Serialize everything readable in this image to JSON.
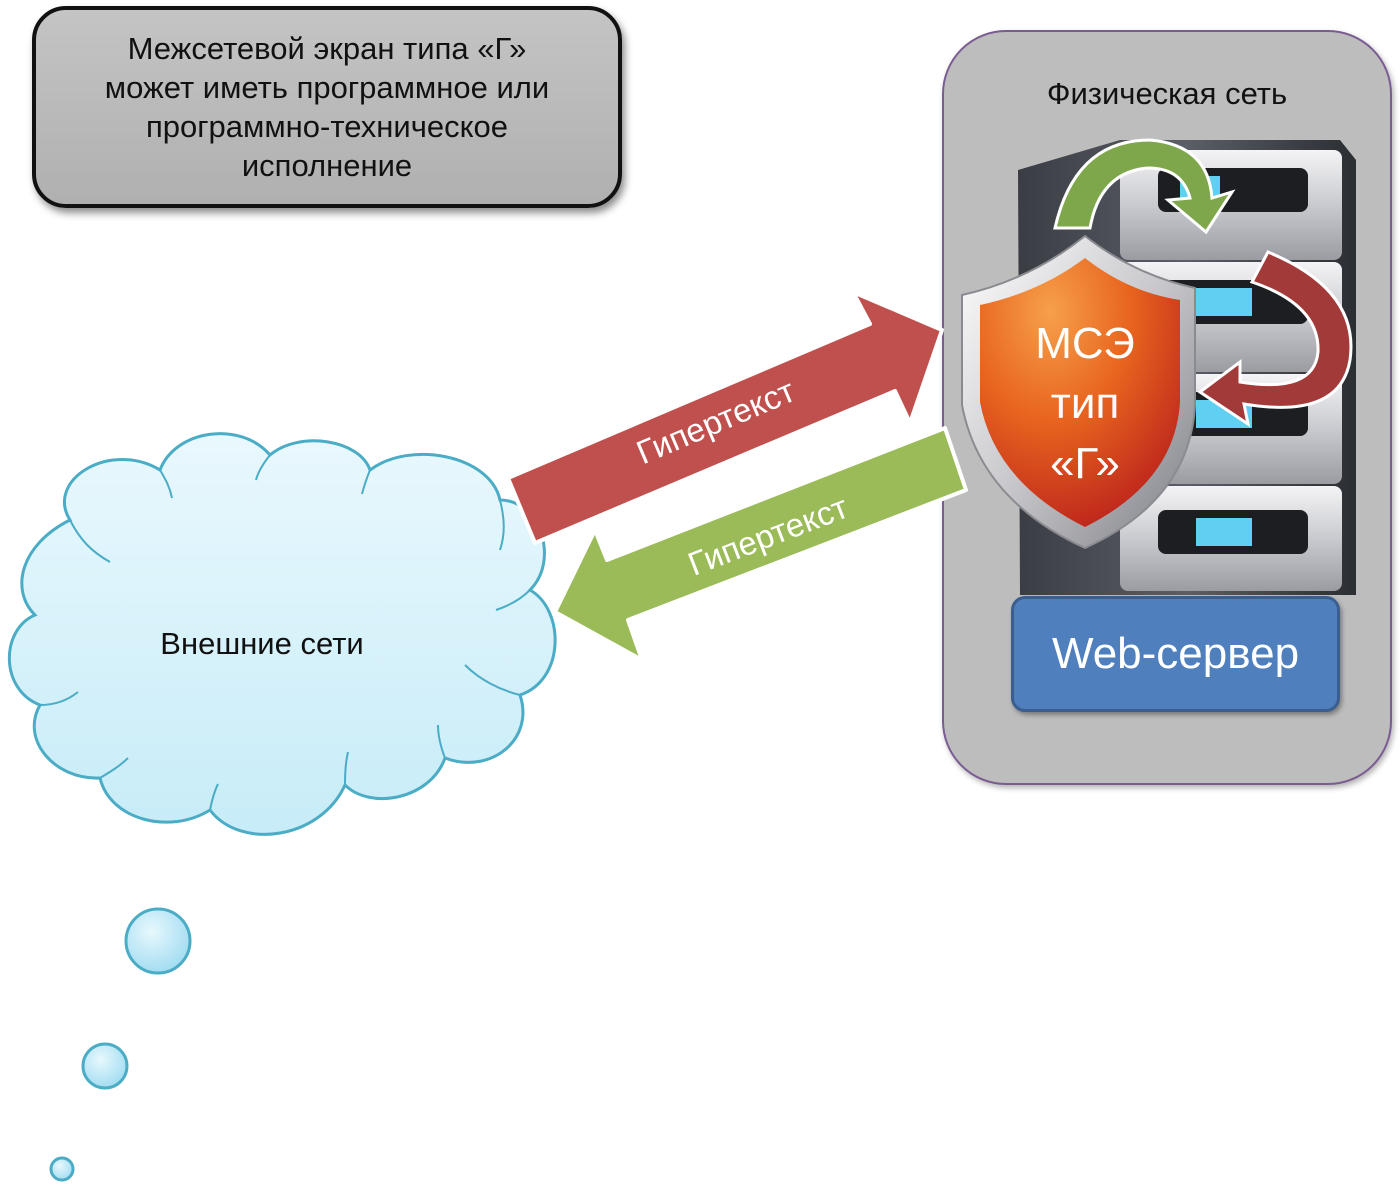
{
  "note": {
    "lines": [
      "Межсетевой экран типа «Г»",
      "может иметь программное или",
      "программно-техническое",
      "исполнение"
    ]
  },
  "physical_network": {
    "label": "Физическая сеть"
  },
  "firewall": {
    "lines": [
      "МСЭ",
      "тип",
      "«Г»"
    ]
  },
  "web_server": {
    "label": "Web-сервер"
  },
  "arrows": {
    "inbound_label": "Гипертекст",
    "outbound_label": "Гипертекст"
  },
  "cloud": {
    "label": "Внешние сети"
  },
  "colors": {
    "inbound_arrow": "#c0504d",
    "outbound_arrow": "#9bbb59",
    "cloud_fill": "#d7f2fb",
    "cloud_stroke": "#4bacc6",
    "shield_orange": "#e8641e",
    "web_server_fill": "#4f7fbd"
  }
}
